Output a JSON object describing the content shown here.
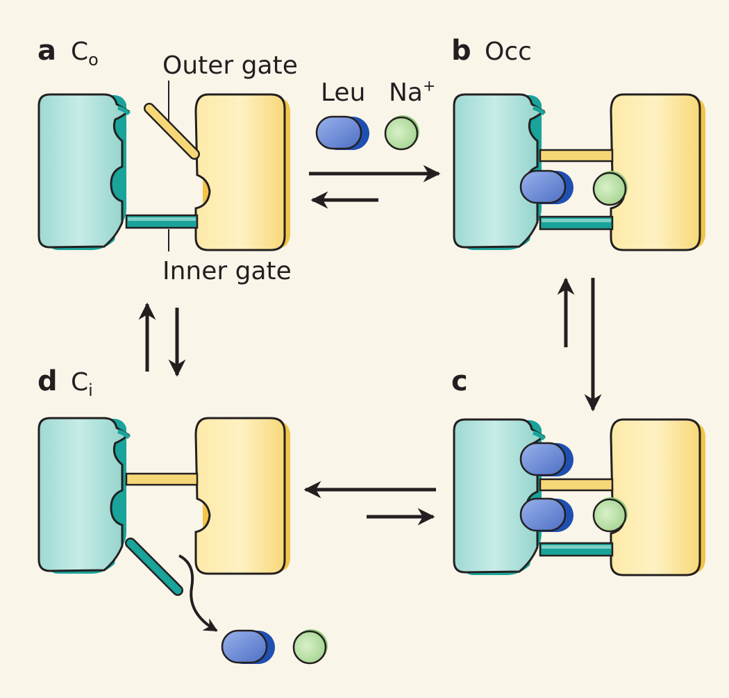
{
  "panels": {
    "a": {
      "letter": "a",
      "state": "C",
      "state_sub": "o"
    },
    "b": {
      "letter": "b",
      "state": "Occ"
    },
    "c": {
      "letter": "c"
    },
    "d": {
      "letter": "d",
      "state": "C",
      "state_sub": "i"
    }
  },
  "labels": {
    "outer_gate": "Outer gate",
    "inner_gate": "Inner gate"
  },
  "substrates": {
    "leu": "Leu",
    "na": "Na",
    "na_charge": "+"
  },
  "colors": {
    "background": "#faf5e9",
    "teal_domain": "#a9ded8",
    "teal_edge": "#1aa39a",
    "yellow_domain": "#fde59a",
    "yellow_edge": "#e8c24a",
    "leu_blue": "#6f8fd6",
    "na_green": "#bfe3a8"
  }
}
